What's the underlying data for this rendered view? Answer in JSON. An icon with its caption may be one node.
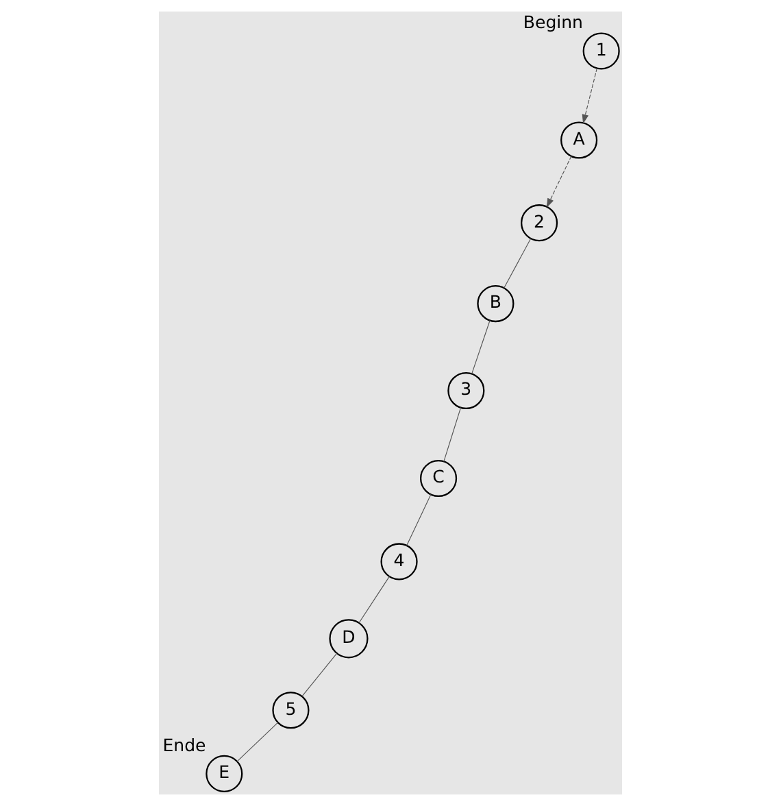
{
  "diagram": {
    "nodes": [
      {
        "text": [
          "E"
        ],
        "beside": [
          "Ende"
        ]
      },
      {
        "text": [
          "A"
        ]
      },
      {
        "text": [
          "5"
        ]
      },
      {
        "text": [
          "B"
        ]
      },
      {
        "text": [
          "2"
        ]
      },
      {
        "text": [
          "1"
        ],
        "beside": [
          "Beginn"
        ]
      },
      {
        "text": [
          "D"
        ]
      },
      {
        "text": [
          "4"
        ]
      },
      {
        "text": [
          "3"
        ]
      },
      {
        "text": [
          "C"
        ]
      }
    ],
    "edges": [
      {
        "from": 5,
        "to": 1,
        "arrow": "to",
        "style": "dashed"
      },
      {
        "from": 1,
        "to": 4,
        "arrow": "to",
        "style": "dashed"
      },
      {
        "from": 3,
        "to": 4,
        "arrow": "none"
      },
      {
        "from": 3,
        "to": 8,
        "arrow": "none"
      },
      {
        "from": 2,
        "to": 0,
        "arrow": "none"
      },
      {
        "from": 2,
        "to": 6,
        "arrow": "none"
      },
      {
        "from": 6,
        "to": 7,
        "arrow": "none"
      },
      {
        "from": 7,
        "to": 9,
        "arrow": "none"
      },
      {
        "from": 9,
        "to": 8,
        "arrow": "none"
      }
    ]
  }
}
